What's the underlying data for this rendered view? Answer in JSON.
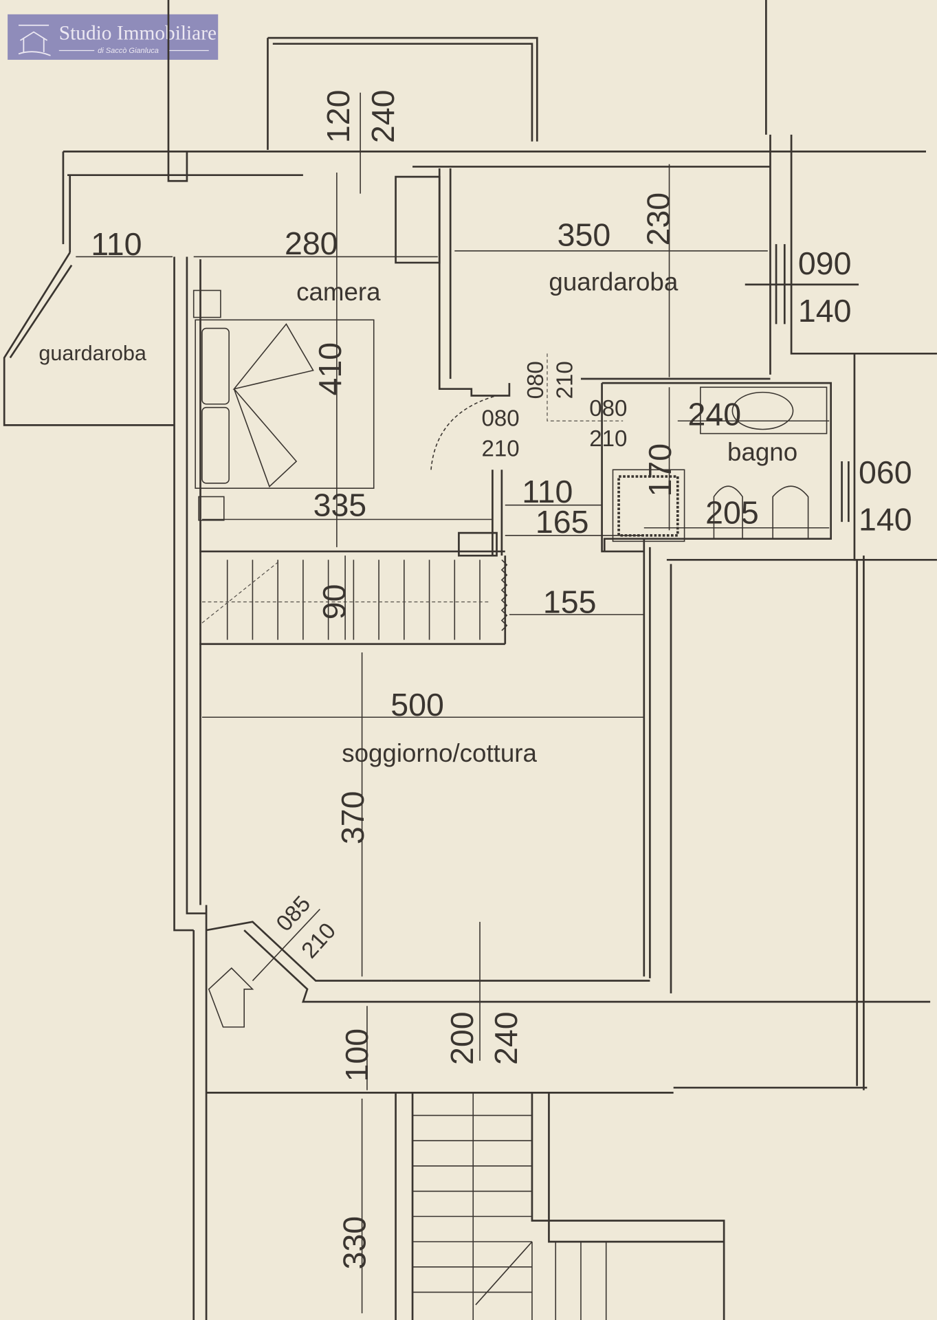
{
  "logo": {
    "title": "Studio Immobiliare",
    "subtitle": "di Saccò Gianluca",
    "color": "#8f8cba"
  },
  "rooms": {
    "camera": "camera",
    "guardaroba_main": "guardaroba",
    "guardaroba_left": "guardaroba",
    "bagno": "bagno",
    "soggiorno": "soggiorno/cottura"
  },
  "dimensions": {
    "h_110_left": "110",
    "h_280": "280",
    "h_350": "350",
    "h_335": "335",
    "h_110_hall": "110",
    "h_165": "165",
    "h_155": "155",
    "h_500": "500",
    "h_240_bagno": "240",
    "h_205": "205",
    "v_120": "120",
    "v_240_top": "240",
    "v_230": "230",
    "v_410": "410",
    "v_170": "170",
    "v_90": "90",
    "v_370": "370",
    "v_100": "100",
    "v_200": "200",
    "v_240_bottom": "240",
    "v_330": "330"
  },
  "openings": {
    "window_guardaroba": [
      "090",
      "140"
    ],
    "window_bagno": [
      "060",
      "140"
    ],
    "door_camera": [
      "080",
      "210"
    ],
    "door_bagno": [
      "080",
      "210"
    ],
    "door_guardaroba": [
      "080",
      "210"
    ],
    "door_entrance": [
      "085",
      "210"
    ]
  }
}
